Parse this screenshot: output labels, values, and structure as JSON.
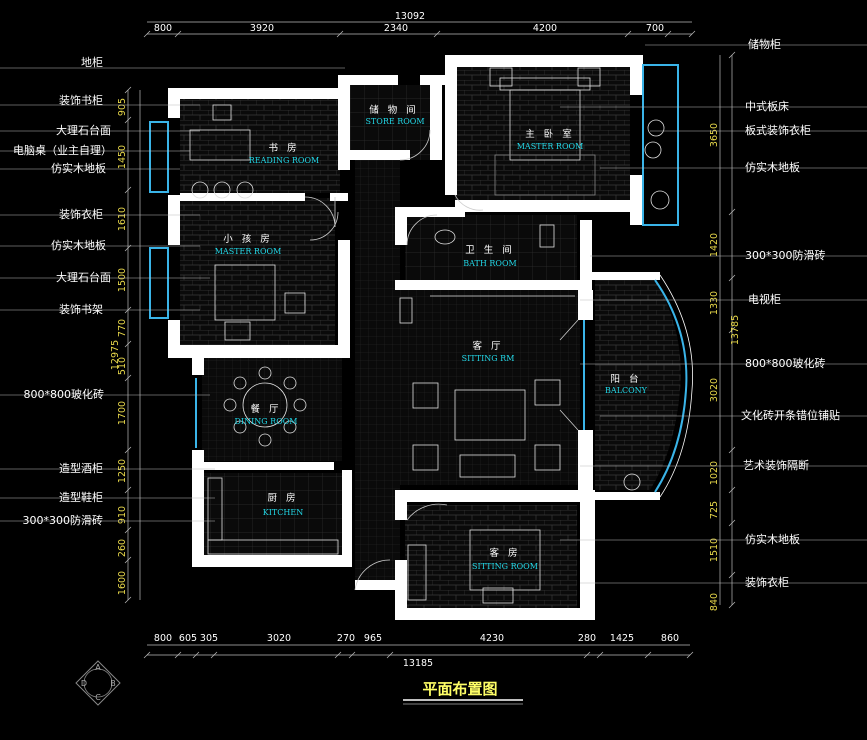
{
  "title": "平面布置图",
  "compass": [
    "A",
    "B",
    "C",
    "D"
  ],
  "top_total": "13092",
  "bottom_total": "13185",
  "left_total": "12975",
  "right_total": "13785",
  "top_dims": [
    "800",
    "3920",
    "2340",
    "4200",
    "700"
  ],
  "bottom_dims": [
    "800",
    "605",
    "305",
    "3020",
    "270",
    "965",
    "4230",
    "280",
    "1425",
    "860"
  ],
  "left_dims": [
    "905",
    "1450",
    "1610",
    "1500",
    "770",
    "510",
    "1700",
    "1250",
    "910",
    "260",
    "1600"
  ],
  "right_dims": [
    "3650",
    "1420",
    "1330",
    "3020",
    "1020",
    "725",
    "1510",
    "840"
  ],
  "left_labels": [
    "地柜",
    "装饰书柜",
    "大理石台面",
    "电脑桌（业主自理）",
    "仿实木地板",
    "装饰衣柜",
    "仿实木地板",
    "大理石台面",
    "装饰书架",
    "800*800玻化砖",
    "造型酒柜",
    "造型鞋柜",
    "300*300防滑砖"
  ],
  "right_labels": [
    "储物柜",
    "中式板床",
    "板式装饰衣柜",
    "仿实木地板",
    "300*300防滑砖",
    "电视柜",
    "800*800玻化砖",
    "文化砖开条错位铺贴",
    "艺术装饰隔断",
    "仿实木地板",
    "装饰衣柜"
  ],
  "rooms": [
    {
      "cn": "储 物 间",
      "en": "STORE ROOM"
    },
    {
      "cn": "主 卧 室",
      "en": "MASTER ROOM"
    },
    {
      "cn": "书 房",
      "en": "READING ROOM"
    },
    {
      "cn": "小 孩 房",
      "en": "MASTER ROOM"
    },
    {
      "cn": "卫 生 间",
      "en": "BATH ROOM"
    },
    {
      "cn": "客 厅",
      "en": "SITTING RM"
    },
    {
      "cn": "阳 台",
      "en": "BALCONY"
    },
    {
      "cn": "餐 厅",
      "en": "DINING ROOM"
    },
    {
      "cn": "厨 房",
      "en": "KITCHEN"
    },
    {
      "cn": "客 房",
      "en": "SITTING ROOM"
    }
  ],
  "colors": {
    "wall": "#ffffff",
    "room_en": "#22d8e8",
    "dim_yellow": "#e8d84a",
    "title": "#ffff66",
    "glass": "#3ab4e8"
  }
}
